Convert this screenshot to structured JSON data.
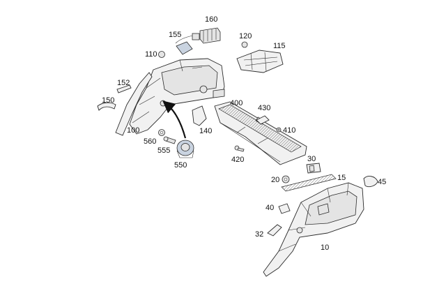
{
  "diagram": {
    "labels": {
      "l160": "160",
      "l155": "155",
      "l120": "120",
      "l115": "115",
      "l110": "110",
      "l152": "152",
      "l150": "150",
      "l100": "100",
      "l560": "560",
      "l555": "555",
      "l550": "550",
      "l140": "140",
      "l400": "400",
      "l430": "430",
      "l410": "410",
      "l420": "420",
      "l30": "30",
      "l20": "20",
      "l15": "15",
      "l45": "45",
      "l40": "40",
      "l32": "32",
      "l10": "10"
    }
  }
}
